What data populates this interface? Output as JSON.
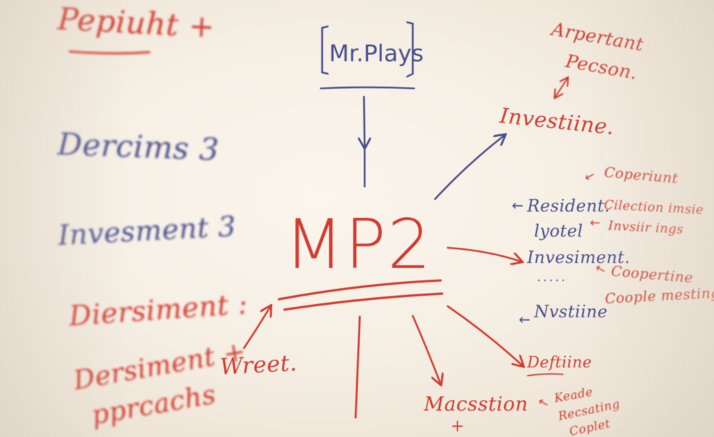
{
  "colors": {
    "red_marker": "#d33b30",
    "blue_marker": "#4a4f8f",
    "board": "#f6efe4"
  },
  "left_column": {
    "line1": "Pepiuht +",
    "line2": "Dercims 3",
    "line3": "Invesment 3",
    "line4": "Diersiment :",
    "line5a": "Dersiment +",
    "line5b": "pprcachs"
  },
  "center": {
    "top_box": "Mr.Plays",
    "main": "MP2",
    "left_branch": "Wreet.",
    "bottom_branch_a": "Macsstion",
    "bottom_branch_b": "+"
  },
  "right": {
    "top_a": "Arpertant",
    "top_b": "Pecson.",
    "investiine": "Investiine.",
    "resident_a": "Resident.",
    "resident_b": "lyotel",
    "resident_c": "Invesiment.",
    "dots": ".....",
    "nvstiine": "Nvstiine",
    "deftiine": "Deftiine",
    "copperiunt": "Coperiunt",
    "cilection_a": "Cilection imsie",
    "cilection_b": "Invsiir ings",
    "cooper_a": "Coopertine",
    "cooper_b": "Coople mestings",
    "keade_a": "Keade",
    "keade_b": "Recsating",
    "keade_c": "Coplet"
  }
}
